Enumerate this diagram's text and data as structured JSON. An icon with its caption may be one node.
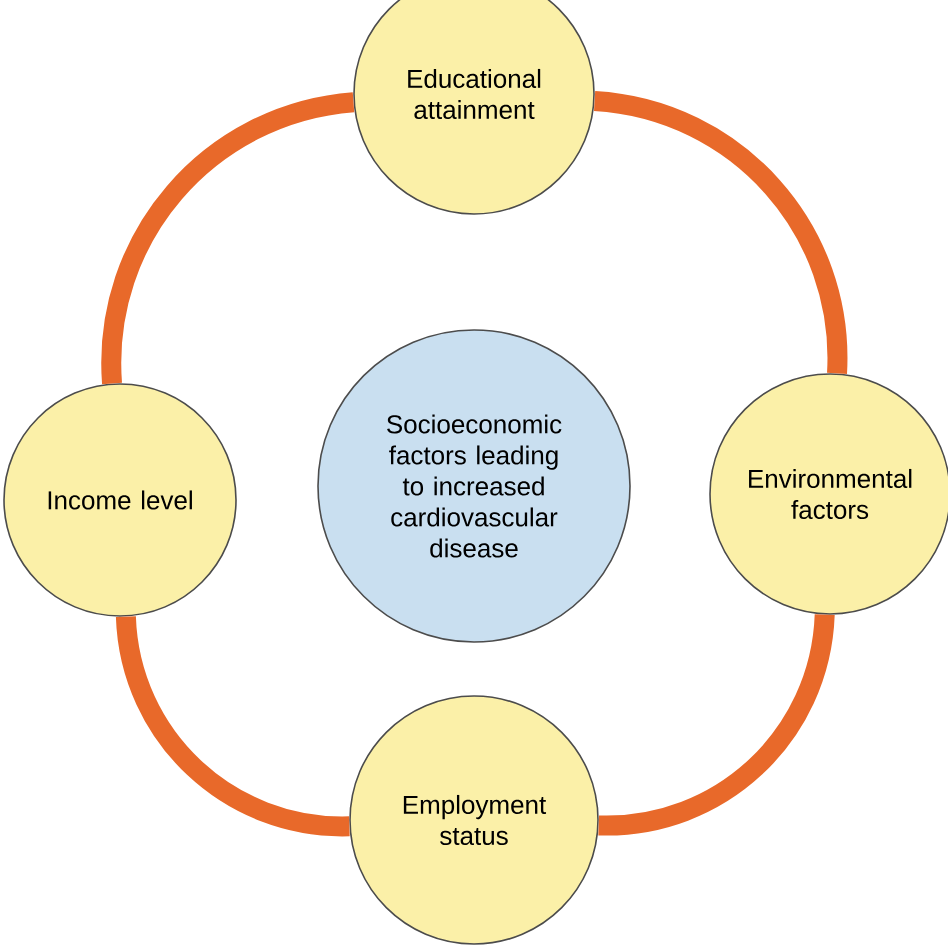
{
  "diagram": {
    "nodes": [
      {
        "text": [
          "Educational attainment"
        ]
      },
      {
        "text": [
          "Income level"
        ]
      },
      {
        "text": [
          "Socioeconomic factors leading to increased cardiovascular disease"
        ]
      },
      {
        "text": [
          "Environmental factors"
        ]
      },
      {
        "text": [
          "Employment status"
        ]
      }
    ],
    "edges": [
      {
        "from": 0,
        "to": 3,
        "arrow": "none"
      },
      {
        "from": 3,
        "to": 4,
        "arrow": "none"
      },
      {
        "from": 4,
        "to": 1,
        "arrow": "none"
      },
      {
        "from": 1,
        "to": 0,
        "arrow": "none"
      }
    ]
  }
}
